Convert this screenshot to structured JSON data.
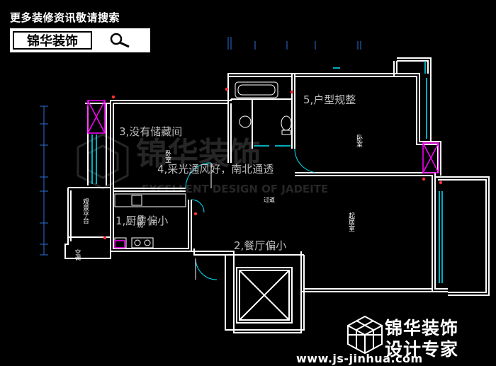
{
  "header": {
    "promo": "更多装修资讯敬请搜索",
    "search_brand": "锦华装饰"
  },
  "annotations": [
    "3,没有储藏间",
    "4,采光通风好，南北通透",
    "5,户型规整",
    "1,厨房偏小",
    "2,餐厅偏小"
  ],
  "room_labels": {
    "bedroom_a": "卧室",
    "bedroom_b": "卧室",
    "living_room": "起居室",
    "kitchen": "厨房",
    "balcony_platform": "观景平台",
    "aisle": "过道",
    "aircon": "空调"
  },
  "watermark": {
    "cn": "锦华装饰",
    "en": "EXCELLENT DESIGN OF JADEITE"
  },
  "brand": {
    "name": "锦华装饰",
    "sub": "设计专家",
    "url": "www.js-jinhua.com"
  },
  "colors": {
    "background": "#000000",
    "wall": "#ffffff",
    "glass": "#00ffff",
    "fixture": "#ff00ff",
    "annotation": "#bbbbbb",
    "marker": "#ff3030"
  }
}
